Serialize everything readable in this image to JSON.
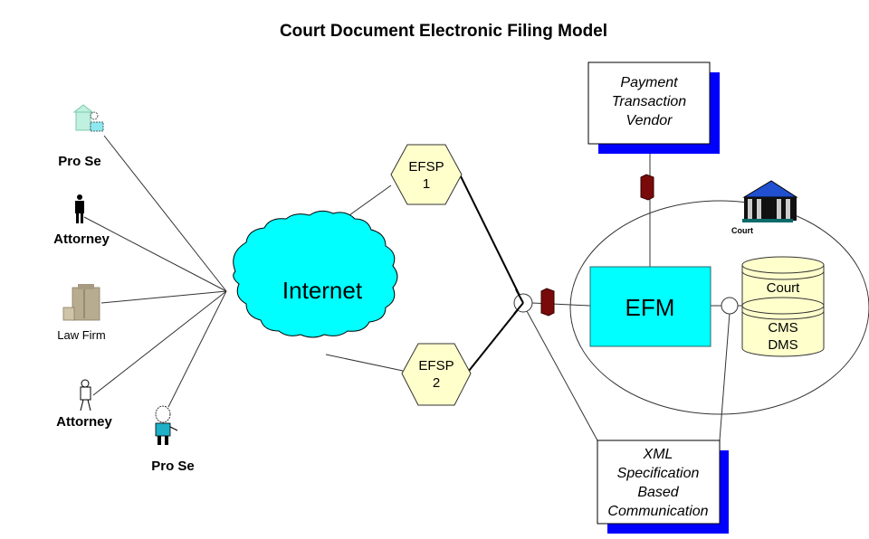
{
  "title": "Court Document Electronic Filing Model",
  "actors": [
    {
      "id": "pro-se-1",
      "label": "Pro Se",
      "icon": "pro-se-person-icon"
    },
    {
      "id": "attorney-1",
      "label": "Attorney",
      "icon": "attorney-silhouette-icon"
    },
    {
      "id": "law-firm",
      "label": "Law Firm",
      "icon": "office-building-icon"
    },
    {
      "id": "attorney-2",
      "label": "Attorney",
      "icon": "attorney-outline-icon"
    },
    {
      "id": "pro-se-2",
      "label": "Pro Se",
      "icon": "pro-se-person-icon"
    }
  ],
  "internet": {
    "label": "Internet",
    "color": "#00ffff"
  },
  "efsp": [
    {
      "label_line1": "EFSP",
      "label_line2": "1"
    },
    {
      "label_line1": "EFSP",
      "label_line2": "2"
    }
  ],
  "payment_vendor": {
    "lines": [
      "Payment",
      "Transaction",
      "Vendor"
    ]
  },
  "court": {
    "label": "Court",
    "icon": "courthouse-icon"
  },
  "efm": {
    "label": "EFM",
    "color": "#00ffff"
  },
  "database": {
    "line1": "Court",
    "line2": "CMS",
    "line3": "DMS",
    "color": "#ffffcc"
  },
  "xml_box": {
    "lines": [
      "XML",
      "Specification",
      "Based",
      "Communication"
    ]
  },
  "colors": {
    "shadow": "#0000ff",
    "hexagon_fill": "#ffffcc",
    "firewall": "#800000"
  }
}
